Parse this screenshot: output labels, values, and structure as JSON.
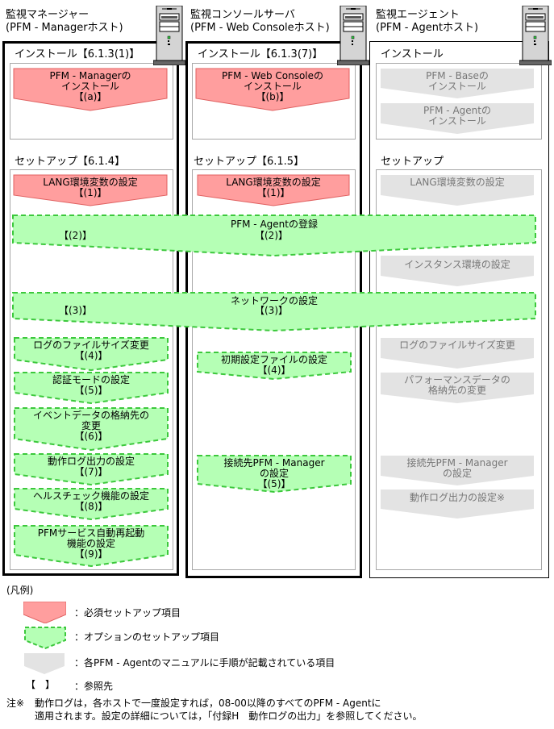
{
  "hosts": {
    "manager": {
      "title_line1": "監視マネージャー",
      "title_line2": "(PFM - Managerホスト)",
      "install_label": "インストール【6.1.3(1)】",
      "install_items": [
        {
          "line1": "PFM - Managerの",
          "line2": "インストール",
          "ref": "【(a)】",
          "type": "required"
        }
      ],
      "setup_label": "セットアップ【6.1.4】",
      "setup_items": [
        {
          "line1": "LANG環境変数の設定",
          "ref": "【(1)】",
          "type": "required"
        },
        {
          "line1": "ログのファイルサイズ変更",
          "ref": "【(4)】",
          "type": "optional"
        },
        {
          "line1": "認証モードの設定",
          "ref": "【(5)】",
          "type": "optional"
        },
        {
          "line1": "イベントデータの格納先の",
          "line2": "変更",
          "ref": "【(6)】",
          "type": "optional"
        },
        {
          "line1": "動作ログ出力の設定",
          "ref": "【(7)】",
          "type": "optional"
        },
        {
          "line1": "ヘルスチェック機能の設定",
          "ref": "【(8)】",
          "type": "optional"
        },
        {
          "line1": "PFMサービス自動再起動",
          "line2": "機能の設定",
          "ref": "【(9)】",
          "type": "optional"
        }
      ]
    },
    "console": {
      "title_line1": "監視コンソールサーバ",
      "title_line2": "(PFM - Web Consoleホスト)",
      "install_label": "インストール【6.1.3(7)】",
      "install_items": [
        {
          "line1": "PFM - Web Consoleの",
          "line2": "インストール",
          "ref": "【(b)】",
          "type": "required"
        }
      ],
      "setup_label": "セットアップ【6.1.5】",
      "setup_items": [
        {
          "line1": "LANG環境変数の設定",
          "ref": "【(1)】",
          "type": "required"
        },
        {
          "line1": "初期設定ファイルの設定",
          "ref": "【(4)】",
          "type": "optional"
        },
        {
          "line1": "接続先PFM - Manager",
          "line2": "の設定",
          "ref": "【(5)】",
          "type": "optional"
        }
      ]
    },
    "agent": {
      "title_line1": "監視エージェント",
      "title_line2": "(PFM - Agentホスト)",
      "install_label": "インストール",
      "install_items": [
        {
          "line1": "PFM - Baseの",
          "line2": "インストール",
          "type": "manual"
        },
        {
          "line1": "PFM - Agentの",
          "line2": "インストール",
          "type": "manual"
        }
      ],
      "setup_label": "セットアップ",
      "setup_items": [
        {
          "line1": "LANG環境変数の設定",
          "type": "manual"
        },
        {
          "line1": "インスタンス環境の設定",
          "type": "manual"
        },
        {
          "line1": "ログのファイルサイズ変更",
          "type": "manual"
        },
        {
          "line1": "パフォーマンスデータの",
          "line2": "格納先の変更",
          "type": "manual"
        },
        {
          "line1": "接続先PFM - Manager",
          "line2": "の設定",
          "type": "manual"
        },
        {
          "line1": "動作ログ出力の設定※",
          "type": "manual"
        }
      ]
    }
  },
  "shared_steps": [
    {
      "label": "PFM - Agentの登録",
      "manager_ref": "【(2)】",
      "console_ref": "【(2)】",
      "type": "optional"
    },
    {
      "label": "ネットワークの設定",
      "manager_ref": "【(3)】",
      "console_ref": "【(3)】",
      "type": "optional"
    }
  ],
  "legend": {
    "title": "(凡例)",
    "items": [
      {
        "type": "required",
        "text": "：必須セットアップ項目"
      },
      {
        "type": "optional",
        "text": "：オプションのセットアップ項目"
      },
      {
        "type": "manual",
        "text": "：各PFM - Agentのマニュアルに手順が記載されている項目"
      },
      {
        "type": "reference",
        "symbol": "【　】",
        "text": "：参照先"
      }
    ]
  },
  "note": {
    "marker": "注※",
    "line1": "動作ログは，各ホストで一度設定すれば，08-00以降のすべてのPFM - Agentに",
    "line2": "適用されます。設定の詳細については，「付録H　動作ログの出力」を参照してください。"
  },
  "colors": {
    "required_fill": "#ff9e9e",
    "required_stroke": "#e06060",
    "optional_fill": "#b5ffb5",
    "optional_stroke": "#3cc83c",
    "manual_fill": "#e3e3e3",
    "inner_border": "#a8a8a8"
  }
}
